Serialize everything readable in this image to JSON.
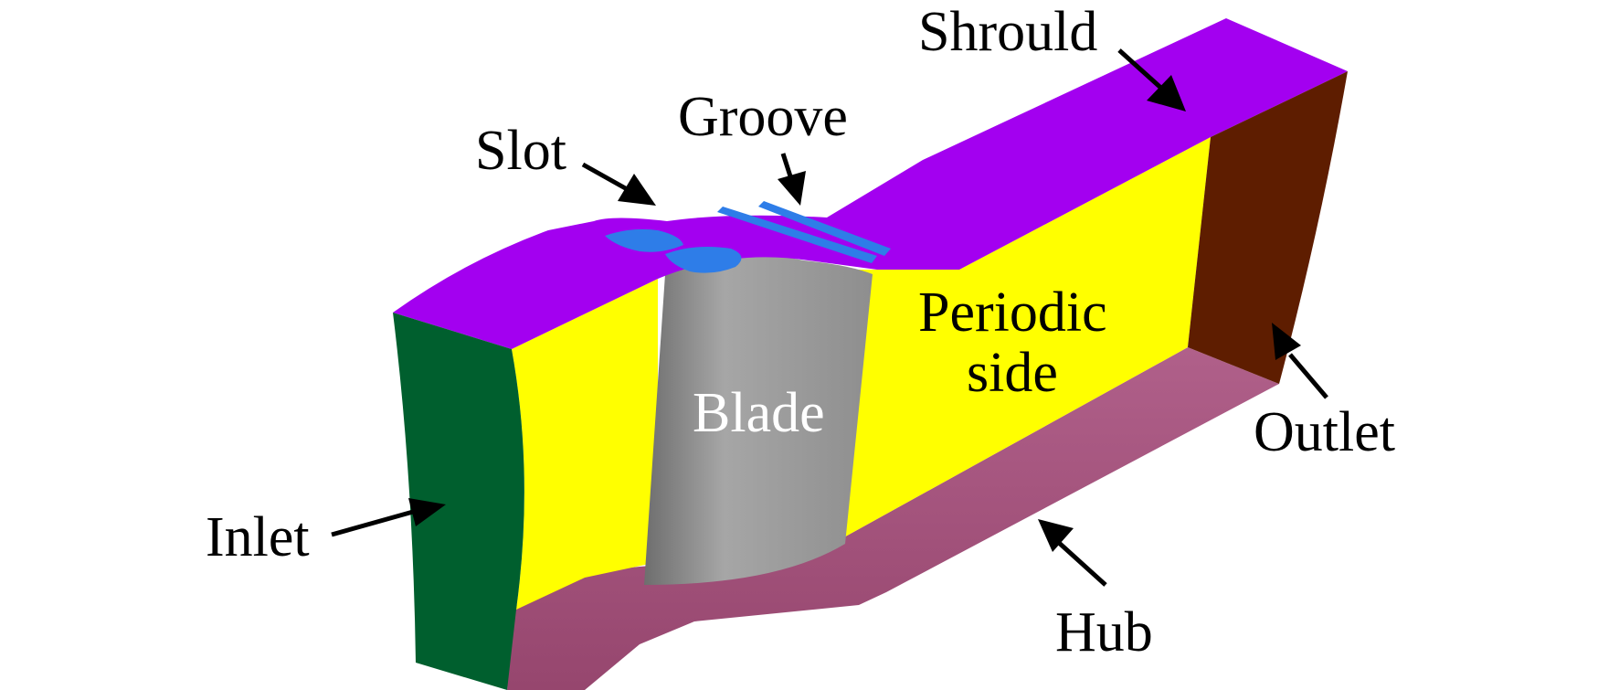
{
  "diagram": {
    "labels": {
      "shroud": "Shrould",
      "groove": "Groove",
      "slot": "Slot",
      "periodic_line1": "Periodic",
      "periodic_line2": "side",
      "blade": "Blade",
      "outlet": "Outlet",
      "inlet": "Inlet",
      "hub": "Hub"
    },
    "colors": {
      "shroud": "#a300f0",
      "periodic_side": "#ffff00",
      "inlet": "#005f2e",
      "outlet": "#5e1d00",
      "hub": "#a9587e",
      "hub_dark": "#9a4a72",
      "blade": "#999999",
      "slot_groove": "#2e7de8"
    }
  }
}
